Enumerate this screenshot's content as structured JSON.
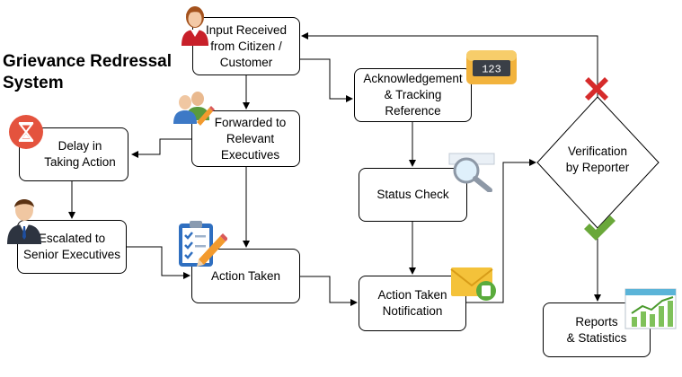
{
  "title": "Grievance Redressal\nSystem",
  "nodes": {
    "input": "Input Received\nfrom Citizen /\nCustomer",
    "forwarded": "Forwarded to\nRelevant\nExecutives",
    "delay": "Delay in\nTaking Action",
    "escalated": "Escalated to\nSenior Executives",
    "action": "Action Taken",
    "ack": "Acknowledgement\n& Tracking\nReference",
    "status": "Status Check",
    "notification": "Action Taken\nNotification",
    "verification": "Verification\nby Reporter",
    "reports": "Reports\n& Statistics"
  },
  "icons": {
    "counter_text": "123",
    "input": "woman-avatar-icon",
    "forwarded": "people-group-icon",
    "delay": "hourglass-icon",
    "escalated": "businessman-avatar-icon",
    "action": "clipboard-checklist-icon",
    "ack": "number-counter-icon",
    "status": "magnifier-icon",
    "notification": "envelope-icon",
    "reject": "red-x-icon",
    "approve": "green-check-icon",
    "reports": "bar-chart-icon"
  },
  "colors": {
    "line": "#000000",
    "reject": "#d62b2b",
    "approve": "#6aa83a",
    "hourglass": "#e4533e",
    "counter": "#f2b33d",
    "envelope": "#f4c23a",
    "clipboard": "#2f6fc0"
  }
}
